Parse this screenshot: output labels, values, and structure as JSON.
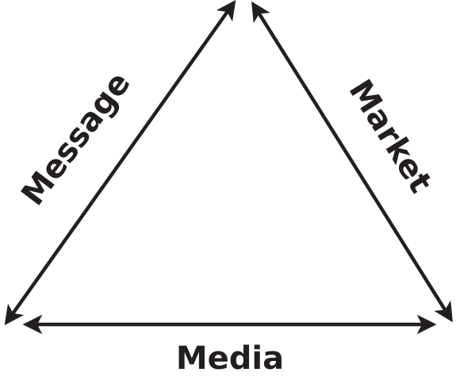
{
  "labels": {
    "message": "Message",
    "market": "Market",
    "media": "Media"
  },
  "colors": {
    "stroke": "#231f20",
    "text": "#231f20",
    "background": "#ffffff"
  }
}
